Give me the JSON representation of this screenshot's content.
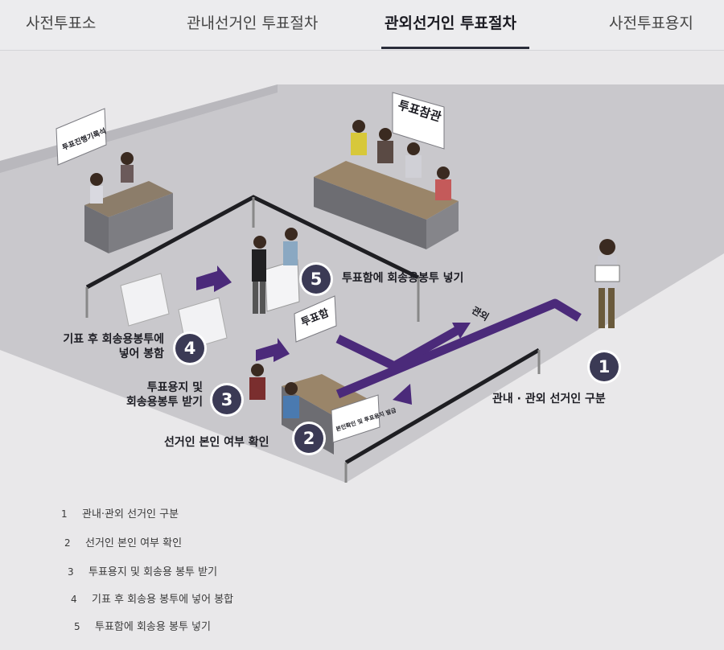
{
  "tabs": [
    {
      "label": "사전투표소"
    },
    {
      "label": "관내선거인 투표절차"
    },
    {
      "label": "관외선거인 투표절차",
      "active": true
    },
    {
      "label": "사전투표용지"
    }
  ],
  "illustration": {
    "signs": {
      "progress_desk": "투표진행기록석",
      "observers": "투표참관",
      "ballot_box": "투표함",
      "verify_desk": "본인확인 및 투표용지 발급",
      "floor_outside": "관외"
    },
    "steps": [
      {
        "num": "1",
        "label": "관내 · 관외 선거인 구분"
      },
      {
        "num": "2",
        "label": "선거인 본인 여부 확인"
      },
      {
        "num": "3",
        "label_line1": "투표용지 및",
        "label_line2": "회송용봉투 받기"
      },
      {
        "num": "4",
        "label_line1": "기표 후 회송용봉투에",
        "label_line2": "넣어 봉함"
      },
      {
        "num": "5",
        "label": "투표함에 회송용봉투 넣기"
      }
    ],
    "colors": {
      "accent": "#4b2a7a",
      "badge": "#3b3a55"
    }
  },
  "list": [
    {
      "num": "1",
      "text": "관내·관외 선거인 구분"
    },
    {
      "num": "2",
      "text": "선거인 본인 여부 확인"
    },
    {
      "num": "3",
      "text": "투표용지 및 회송용 봉투 받기"
    },
    {
      "num": "4",
      "text": "기표 후 회송용 봉투에 넣어 봉합"
    },
    {
      "num": "5",
      "text": "투표함에 회송용 봉투 넣기"
    }
  ]
}
